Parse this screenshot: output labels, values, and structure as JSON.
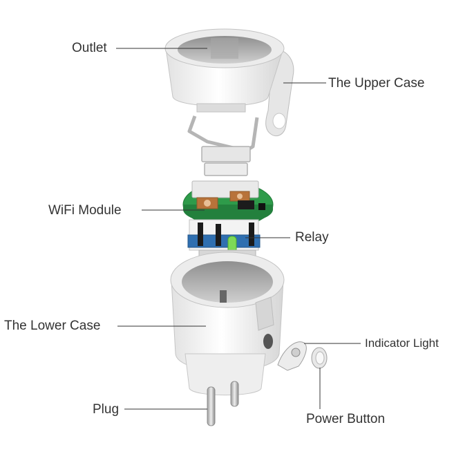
{
  "labels": {
    "outlet": "Outlet",
    "upper_case": "The Upper Case",
    "wifi_module": "WiFi Module",
    "relay": "Relay",
    "lower_case": "The Lower Case",
    "indicator_light": "Indicator Light",
    "plug": "Plug",
    "power_button": "Power Button"
  },
  "colors": {
    "case_white": "#f2f2f2",
    "case_shadow": "#cfcfcf",
    "pcb_green": "#2e9b4a",
    "pcb_blue": "#2f6fb0",
    "copper": "#b8733a",
    "pin_metal": "#bdbdbd",
    "led_green": "#7ed957",
    "leader_line": "#333333"
  }
}
